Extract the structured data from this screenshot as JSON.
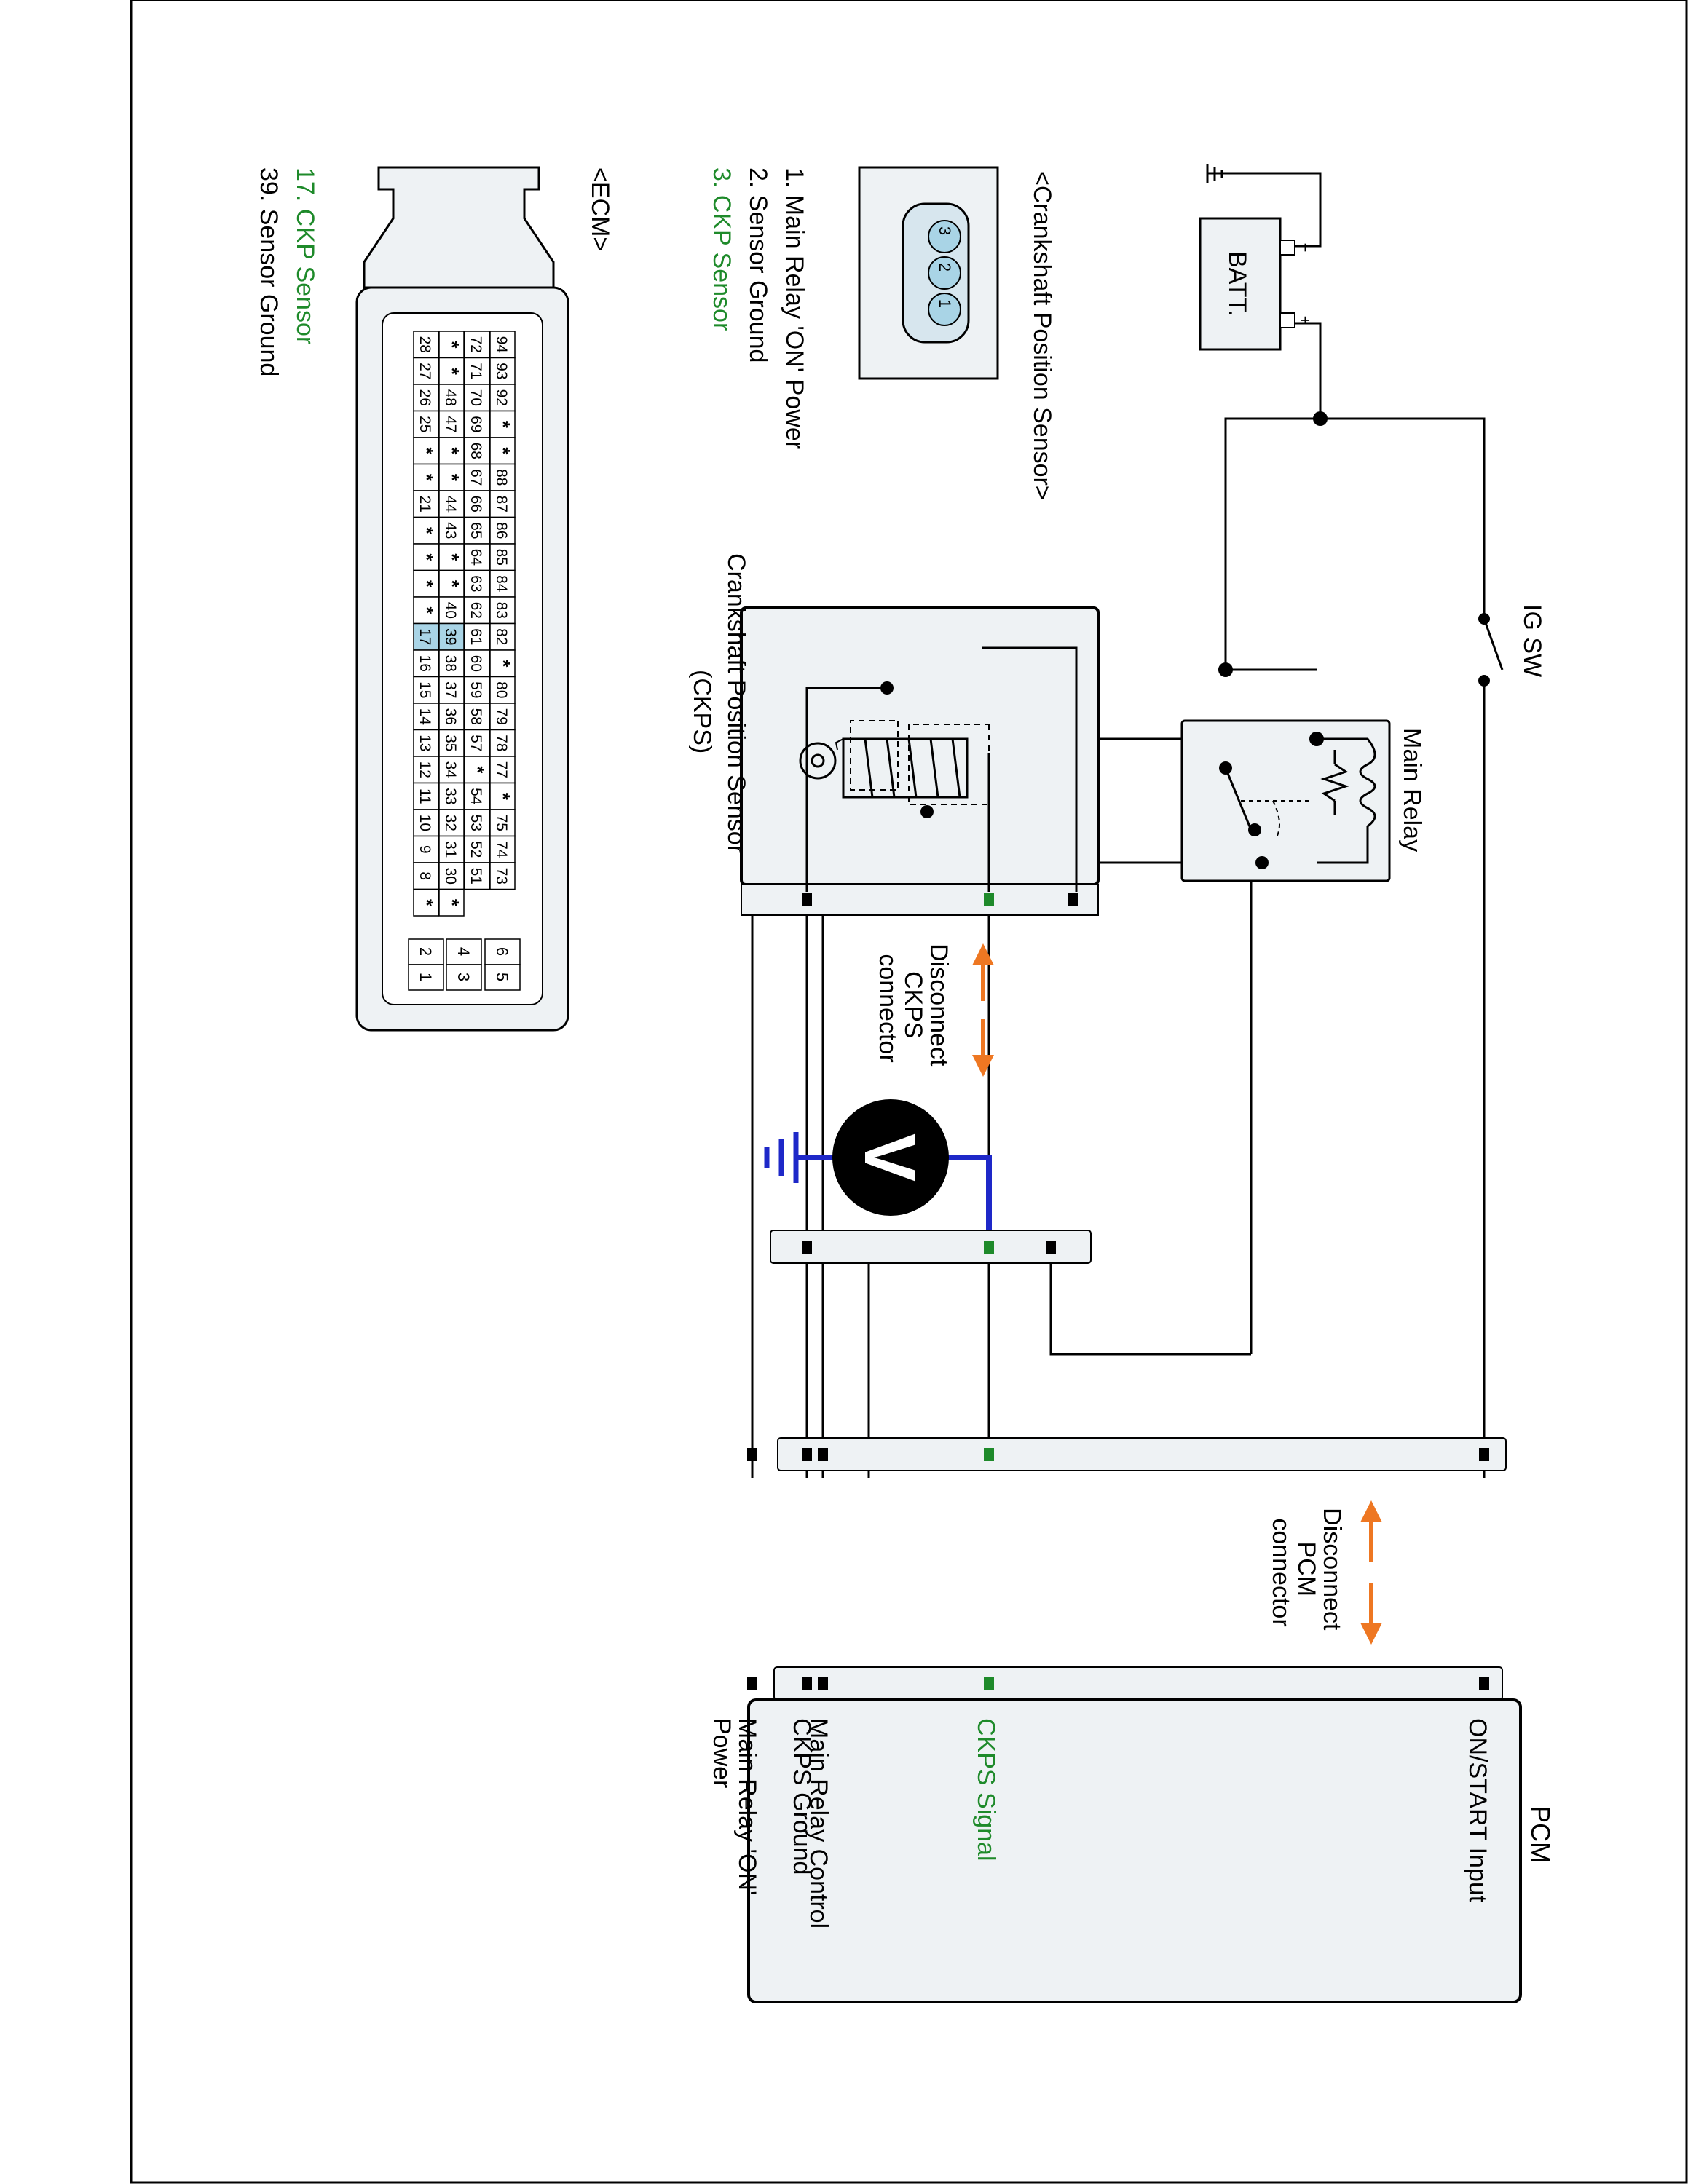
{
  "colors": {
    "wire": "#000000",
    "meter_wire": "#1e28c8",
    "highlight_green": "#1e8a2a",
    "arrow_orange": "#ee7722",
    "box_fill": "#eef2f4",
    "pin_highlight": "#a9d4e6"
  },
  "labels": {
    "batt": "BATT.",
    "ig_sw": "IG SW",
    "main_relay": "Main Relay",
    "ckps_box_line1": "Crankshaft Position Sensor",
    "ckps_box_line2": "(CKPS)",
    "ckps_connector": [
      "Disconnect",
      "CKPS",
      "connector"
    ],
    "pcm_connector": [
      "Disconnect",
      "PCM",
      "connector"
    ],
    "pcm_title": "PCM",
    "meter": "V",
    "batt_minus": "−",
    "batt_plus": "+"
  },
  "pcm_pins": [
    {
      "lines": [
        "ON/START Input"
      ],
      "highlight": false
    },
    {
      "lines": [
        "Main Relay Control"
      ],
      "highlight": false
    },
    {
      "lines": [
        "Main Relay 'ON'",
        "Power"
      ],
      "highlight": false
    },
    {
      "lines": [
        "CKPS Signal"
      ],
      "highlight": true
    },
    {
      "lines": [
        "CKPS Ground"
      ],
      "highlight": false
    }
  ],
  "ckp_legend": {
    "title": "<Crankshaft Position Sensor>",
    "connector_pins": [
      "3",
      "2",
      "1"
    ],
    "items": [
      {
        "text": "1. Main Relay 'ON' Power",
        "highlight": false
      },
      {
        "text": "2. Sensor Ground",
        "highlight": false
      },
      {
        "text": "3. CKP Sensor",
        "highlight": true
      }
    ]
  },
  "ecm_legend": {
    "title": "<ECM>",
    "items": [
      {
        "text": "17. CKP Sensor",
        "highlight": true
      },
      {
        "text": "39. Sensor Ground",
        "highlight": false
      }
    ],
    "highlight_pins": [
      "17",
      "39"
    ],
    "rows": [
      [
        "94",
        "93",
        "92",
        "*",
        "*",
        "88",
        "87",
        "86",
        "85",
        "84",
        "83",
        "82",
        "*",
        "80",
        "79",
        "78",
        "77",
        "*",
        "75",
        "74",
        "73"
      ],
      [
        "72",
        "71",
        "70",
        "69",
        "68",
        "67",
        "66",
        "65",
        "64",
        "63",
        "62",
        "61",
        "60",
        "59",
        "58",
        "57",
        "*",
        "54",
        "53",
        "52",
        "51"
      ],
      [
        "*",
        "*",
        "48",
        "47",
        "*",
        "*",
        "44",
        "43",
        "*",
        "*",
        "40",
        "39",
        "38",
        "37",
        "36",
        "35",
        "34",
        "33",
        "32",
        "31",
        "30",
        "*"
      ],
      [
        "28",
        "27",
        "26",
        "25",
        "*",
        "*",
        "21",
        "*",
        "*",
        "*",
        "*",
        "17",
        "16",
        "15",
        "14",
        "13",
        "12",
        "11",
        "10",
        "9",
        "8",
        "*"
      ]
    ],
    "small_block": [
      [
        "6",
        "5"
      ],
      [
        "4",
        "3"
      ],
      [
        "2",
        "1"
      ]
    ]
  }
}
